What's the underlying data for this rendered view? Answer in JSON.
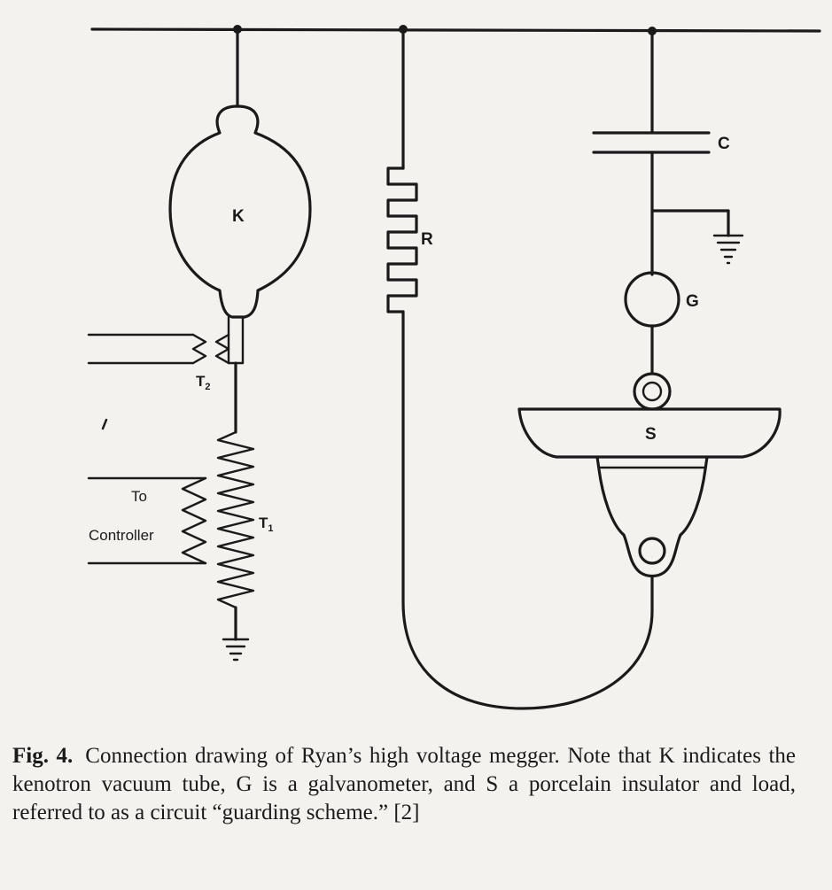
{
  "figure": {
    "labels": {
      "kenotron": "K",
      "resistor": "R",
      "capacitor": "C",
      "galvanometer": "G",
      "insulator": "S",
      "transformer_t2": "T",
      "transformer_t2_sub": "2",
      "transformer_t1": "T",
      "transformer_t1_sub": "1",
      "controller_to": "To",
      "controller": "Controller"
    }
  },
  "caption": {
    "number": "Fig. 4.",
    "text": "Connection drawing of Ryan’s high voltage megger. Note that K indicates the kenotron vacuum tube, G is a galvanometer, and S a porcelain insulator and load, referred to as a circuit “guarding scheme.” [2]"
  }
}
